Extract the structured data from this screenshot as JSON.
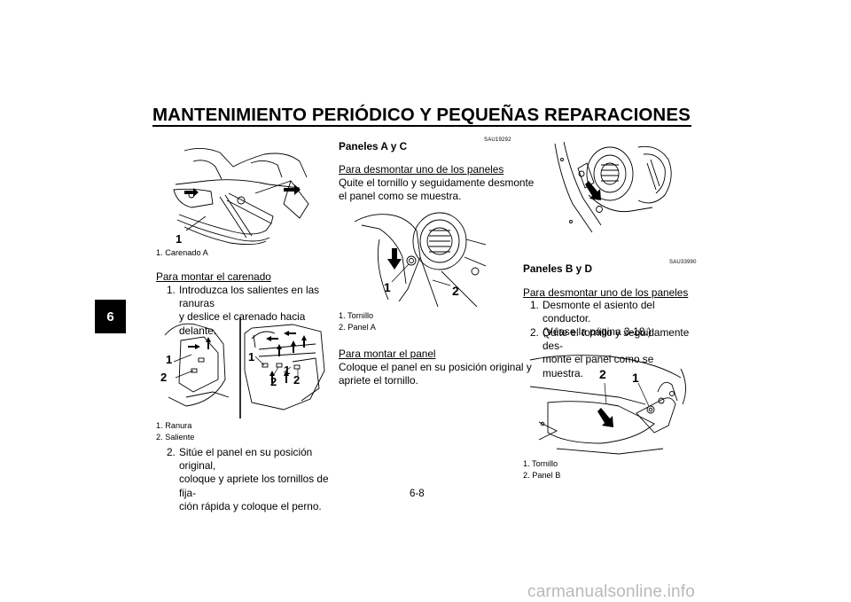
{
  "header": {
    "title": "MANTENIMIENTO PERIÓDICO Y PEQUEÑAS REPARACIONES"
  },
  "chapter_tab": "6",
  "col1": {
    "fig1": {
      "callout": "1",
      "caption": "1.  Carenado A"
    },
    "mount_heading": "Para montar el carenado",
    "step1": {
      "num": "1.",
      "line1": "Introduzca los salientes en las ranuras",
      "line2": "y deslice el carenado hacia delante."
    },
    "fig2": {
      "callouts": [
        "1",
        "2",
        "1",
        "1",
        "2",
        "2"
      ],
      "caption1": "1.  Ranura",
      "caption2": "2.  Saliente"
    },
    "step2": {
      "num": "2.",
      "line1": "Sitúe el panel en su posición original,",
      "line2": "coloque y apriete los tornillos de fija-",
      "line3": "ción rápida y coloque el perno."
    }
  },
  "col2": {
    "code": "SAU19292",
    "heading": "Paneles A y C",
    "remove_heading": "Para desmontar uno de los paneles",
    "remove_line1": "Quite el tornillo y seguidamente desmonte",
    "remove_line2": "el panel como se muestra.",
    "fig": {
      "callouts": [
        "1",
        "2"
      ],
      "caption1": "1.  Tornillo",
      "caption2": "2.  Panel A"
    },
    "mount_heading": "Para montar el panel",
    "mount_line1": "Coloque el panel en su posición original y",
    "mount_line2": "apriete el tornillo."
  },
  "col3": {
    "code": "SAU33990",
    "heading": "Paneles B y D",
    "remove_heading": "Para desmontar uno de los paneles",
    "step1": {
      "num": "1.",
      "line1": "Desmonte el asiento del conductor.",
      "line2": "(Véase la página 3-18.)"
    },
    "step2": {
      "num": "2.",
      "line1": "Quite el tornillo y seguidamente des-",
      "line2": "monte el panel como se muestra."
    },
    "fig": {
      "callouts": [
        "2",
        "1"
      ],
      "caption1": "1.  Tornillo",
      "caption2": "2.  Panel B"
    }
  },
  "footer": {
    "page_number": "6-8",
    "watermark": "carmanualsonline.info"
  }
}
